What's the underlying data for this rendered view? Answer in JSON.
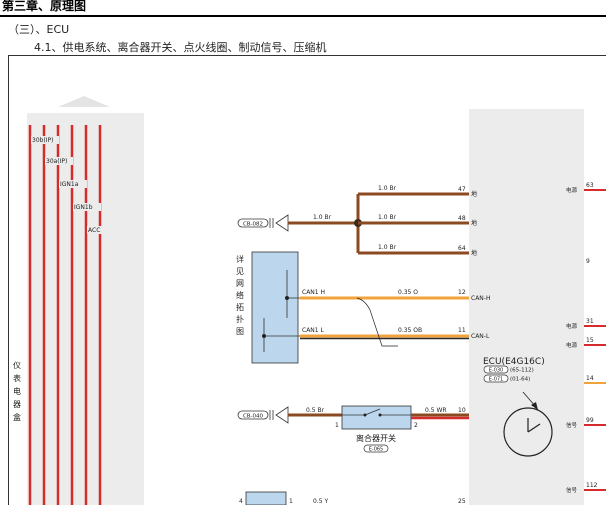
{
  "header": {
    "chapter_title": "第三章、原理图"
  },
  "section": {
    "title": "（三）、ECU",
    "subtitle": "4.1、供电系统、离合器开关、点火线圈、制动信号、压缩机"
  },
  "colors": {
    "red": "#d62b2b",
    "brown": "#8b4a22",
    "orange": "#f0a33a",
    "panel_gray": "#ececec",
    "box_blue": "#bcd6ee"
  },
  "left_panel": {
    "title_chars": [
      "仪",
      "表",
      "电",
      "器",
      "盒"
    ],
    "lines": [
      "30b(IP)",
      "30a(IP)",
      "IGN1a",
      "IGN1b",
      "ACC"
    ]
  },
  "ground": {
    "connector": "CB-082",
    "wire_in": "1.0 Br",
    "wires": [
      {
        "spec": "1.0 Br",
        "pin": "47",
        "suffix": "地"
      },
      {
        "spec": "1.0 Br",
        "pin": "48",
        "suffix": "地"
      },
      {
        "spec": "1.0 Br",
        "pin": "64",
        "suffix": "地"
      }
    ]
  },
  "can": {
    "box_label_chars": [
      "详",
      "见",
      "网",
      "络",
      "拓",
      "扑",
      "图"
    ],
    "lines": [
      {
        "name": "CAN1 H",
        "spec": "0.35 O",
        "pin": "12",
        "signal": "CAN-H"
      },
      {
        "name": "CAN1 L",
        "spec": "0.35 OB",
        "pin": "11",
        "signal": "CAN-L"
      }
    ]
  },
  "ecu": {
    "name": "ECU(E4G16C)",
    "connectors": [
      {
        "id": "E-030",
        "range": "(65-112)"
      },
      {
        "id": "E-071",
        "range": "(01-64)"
      }
    ]
  },
  "clutch": {
    "connector": "CB-040",
    "in_spec": "0.5 Br",
    "out_spec": "0.5 WR",
    "pin_out": "10",
    "pin_left": "1",
    "pin_right": "2",
    "label": "离合器开关",
    "ref": "E-065"
  },
  "bottom": {
    "box_pin_left": "4",
    "box_pin_right": "1",
    "spec": "0.5 Y",
    "pin": "25"
  },
  "right_edge": [
    {
      "tag": "电源",
      "pin": "63"
    },
    {
      "tag": "",
      "pin": "9"
    },
    {
      "tag": "电源",
      "pin": "31"
    },
    {
      "tag": "电源",
      "pin": "15"
    },
    {
      "tag": "",
      "pin": "14"
    },
    {
      "tag": "信号",
      "pin": "99"
    },
    {
      "tag": "信号",
      "pin": "112"
    }
  ]
}
